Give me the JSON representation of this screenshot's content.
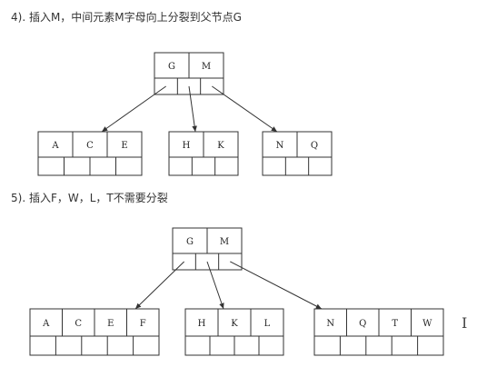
{
  "captions": {
    "step4": "4). 插入M，中间元素M字母向上分裂到父节点G",
    "step5": "5). 插入F，W，L，T不需要分裂"
  },
  "step4": {
    "root": [
      "G",
      "M"
    ],
    "children": [
      [
        "A",
        "C",
        "E"
      ],
      [
        "H",
        "K"
      ],
      [
        "N",
        "Q"
      ]
    ]
  },
  "step5": {
    "root": [
      "G",
      "M"
    ],
    "children": [
      [
        "A",
        "C",
        "E",
        "F"
      ],
      [
        "H",
        "K",
        "L"
      ],
      [
        "N",
        "Q",
        "T",
        "W"
      ]
    ]
  },
  "cursor_glyph": "I"
}
